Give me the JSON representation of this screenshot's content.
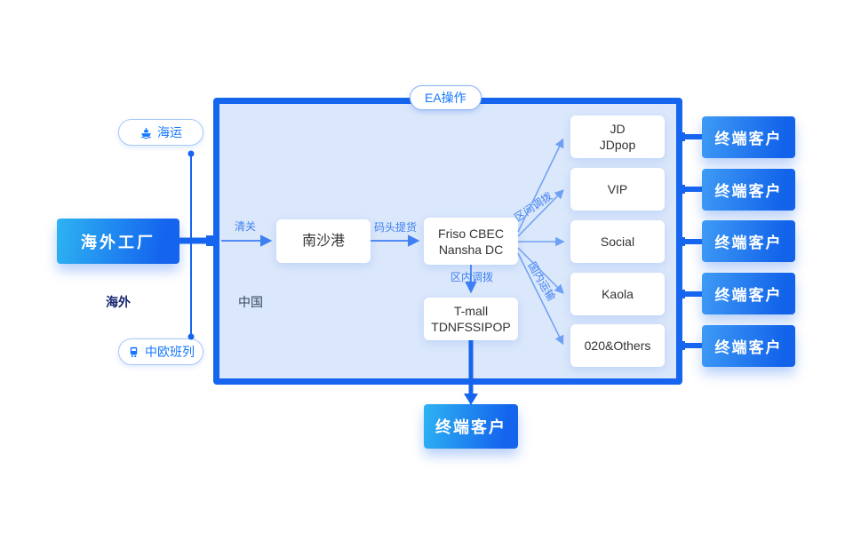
{
  "diagram": {
    "badge": "EA操作",
    "region_labels": {
      "overseas": "海外",
      "china": "中国"
    },
    "left": {
      "sea_route": "海运",
      "rail_route": "中欧班列",
      "factory": "海外工厂"
    },
    "flow_labels": {
      "customs": "清关",
      "dock_pickup": "码头提货",
      "intra_zone": "区内调拨",
      "inter_zone": "区间调拨",
      "domestic_transport": "国内运输"
    },
    "nodes": {
      "port": "南沙港",
      "dc": {
        "line1": "Friso CBEC",
        "line2": "Nansha DC"
      },
      "tmall": {
        "line1": "T-mall",
        "line2": "TDNFSSIPOP"
      }
    },
    "channels": [
      {
        "line1": "JD",
        "line2": "JDpop"
      },
      {
        "line1": "VIP",
        "line2": ""
      },
      {
        "line1": "Social",
        "line2": ""
      },
      {
        "line1": "Kaola",
        "line2": ""
      },
      {
        "line1": "020&Others",
        "line2": ""
      }
    ],
    "end_customer": "终端客户",
    "colors": {
      "accent": "#1565ef",
      "panel_fill": "#dbe7fa",
      "arrow": "#3f80f2",
      "gradient_start": "#2eb3f2",
      "gradient_end": "#1464ee"
    }
  }
}
